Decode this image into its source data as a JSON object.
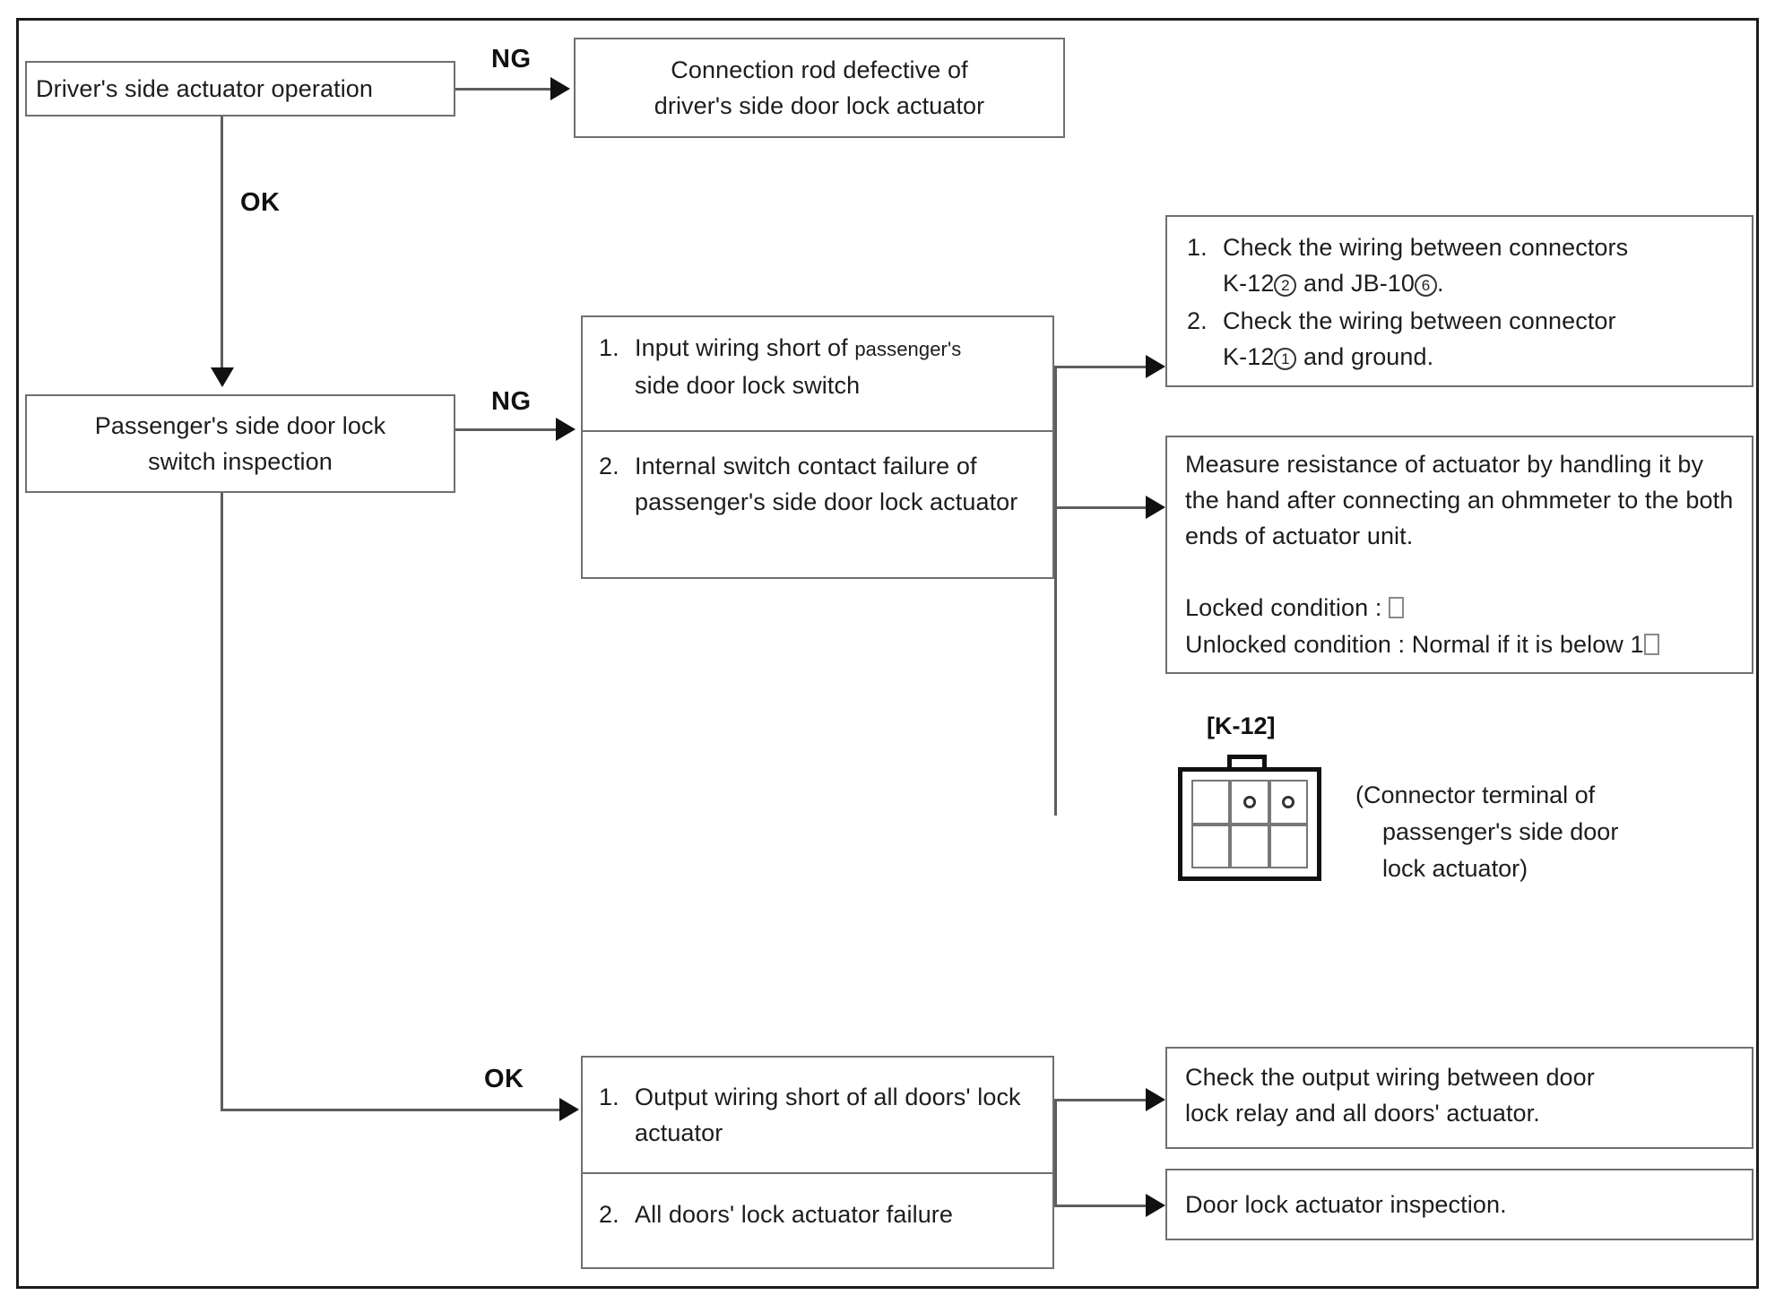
{
  "diagram": {
    "title": "Door lock system troubleshooting flow chart",
    "type": "flowchart",
    "nodes": {
      "driver_actuator": {
        "id": "driver-actuator-operation",
        "text": "Driver's side actuator operation"
      },
      "connection_rod": {
        "id": "connection-rod-defective",
        "line1": "Connection rod defective of",
        "line2": "driver's side door lock actuator"
      },
      "passenger_switch": {
        "id": "passenger-switch-inspection",
        "line1": "Passenger's side door lock",
        "line2": "switch inspection"
      },
      "ng_causes": {
        "id": "ng-cause-list",
        "items": [
          {
            "number": "1.",
            "text_main": "Input wiring short of ",
            "text_small": "passenger's",
            "text_rest": "side door lock switch"
          },
          {
            "number": "2.",
            "text": "Internal switch contact failure of passenger's side door lock actuator"
          }
        ]
      },
      "wiring_checks": {
        "id": "wiring-check-list",
        "items": [
          {
            "number": "1.",
            "line1": "Check the wiring between connectors",
            "line2_pre": "K-12",
            "line2_circ1": "2",
            "line2_mid": " and JB-10",
            "line2_circ2": "6",
            "line2_post": "."
          },
          {
            "number": "2.",
            "line1": "Check the wiring between connector",
            "line2_pre": "K-12",
            "line2_circ1": "1",
            "line2_mid": " and ground.",
            "line2_circ2": "",
            "line2_post": ""
          }
        ]
      },
      "resistance": {
        "id": "measure-resistance",
        "paragraph": "Measure resistance of actuator by handling it by the hand after connecting an ohmmeter to the both ends of actuator unit.",
        "locked_label": "Locked condition : ",
        "locked_value": "□",
        "unlocked_label": "Unlocked condition : Normal if it is below 1",
        "unlocked_value": "□"
      },
      "ok_causes": {
        "id": "ok-cause-list",
        "items": [
          {
            "number": "1.",
            "text": "Output wiring short of all doors' lock actuator"
          },
          {
            "number": "2.",
            "text": "All doors' lock actuator failure"
          }
        ]
      },
      "output_wiring_check": {
        "id": "output-wiring-check",
        "line1": "Check the output wiring between door",
        "line2": "lock relay and all doors' actuator."
      },
      "actuator_inspection": {
        "id": "door-lock-actuator-inspection",
        "text": "Door lock actuator inspection."
      }
    },
    "edges": {
      "ng_top": "NG",
      "ok_down": "OK",
      "ng_mid": "NG",
      "ok_bottom": "OK"
    },
    "connector": {
      "id": "k-12-connector",
      "title": "[K-12]",
      "caption_line1": "(Connector terminal of",
      "caption_line2": "passenger's side door",
      "caption_line3": "lock actuator)",
      "rows": 2,
      "cols": 3,
      "pin_cells": [
        1,
        2
      ]
    },
    "colors": {
      "frame": "#1b1b1b",
      "box_border": "#6f6f6f",
      "line": "#5d5d5d",
      "arrow": "#111111",
      "text": "#1d1d1d",
      "background": "#ffffff"
    }
  }
}
